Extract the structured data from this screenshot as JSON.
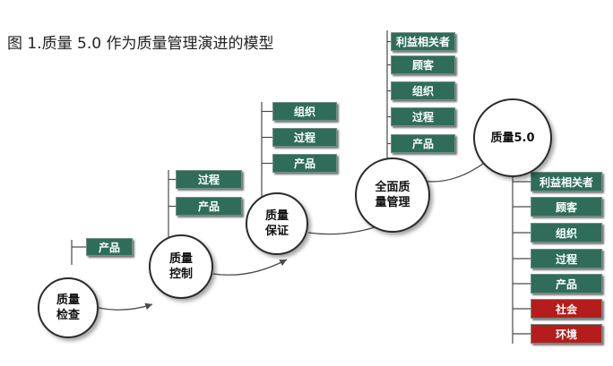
{
  "title": "图 1.质量 5.0 作为质量管理演进的模型",
  "colors": {
    "green": "#2f6d5a",
    "red": "#b51c1c",
    "line": "#4a4a4a",
    "circle_border": "#2b2b2b"
  },
  "stages": [
    {
      "line1": "质量",
      "line2": "检查",
      "items": [
        {
          "label": "产品",
          "color": "green"
        }
      ]
    },
    {
      "line1": "质量",
      "line2": "控制",
      "items": [
        {
          "label": "过程",
          "color": "green"
        },
        {
          "label": "产品",
          "color": "green"
        }
      ]
    },
    {
      "line1": "质量",
      "line2": "保证",
      "items": [
        {
          "label": "组织",
          "color": "green"
        },
        {
          "label": "过程",
          "color": "green"
        },
        {
          "label": "产品",
          "color": "green"
        }
      ]
    },
    {
      "line1": "全面质",
      "line2": "量管理",
      "items": [
        {
          "label": "利益相关者",
          "color": "green"
        },
        {
          "label": "顾客",
          "color": "green"
        },
        {
          "label": "组织",
          "color": "green"
        },
        {
          "label": "过程",
          "color": "green"
        },
        {
          "label": "产品",
          "color": "green"
        }
      ]
    },
    {
      "line1": "质量5.0",
      "line2": "",
      "items": [
        {
          "label": "利益相关者",
          "color": "green"
        },
        {
          "label": "顾客",
          "color": "green"
        },
        {
          "label": "组织",
          "color": "green"
        },
        {
          "label": "过程",
          "color": "green"
        },
        {
          "label": "产品",
          "color": "green"
        },
        {
          "label": "社会",
          "color": "red"
        },
        {
          "label": "环境",
          "color": "red"
        }
      ]
    }
  ]
}
